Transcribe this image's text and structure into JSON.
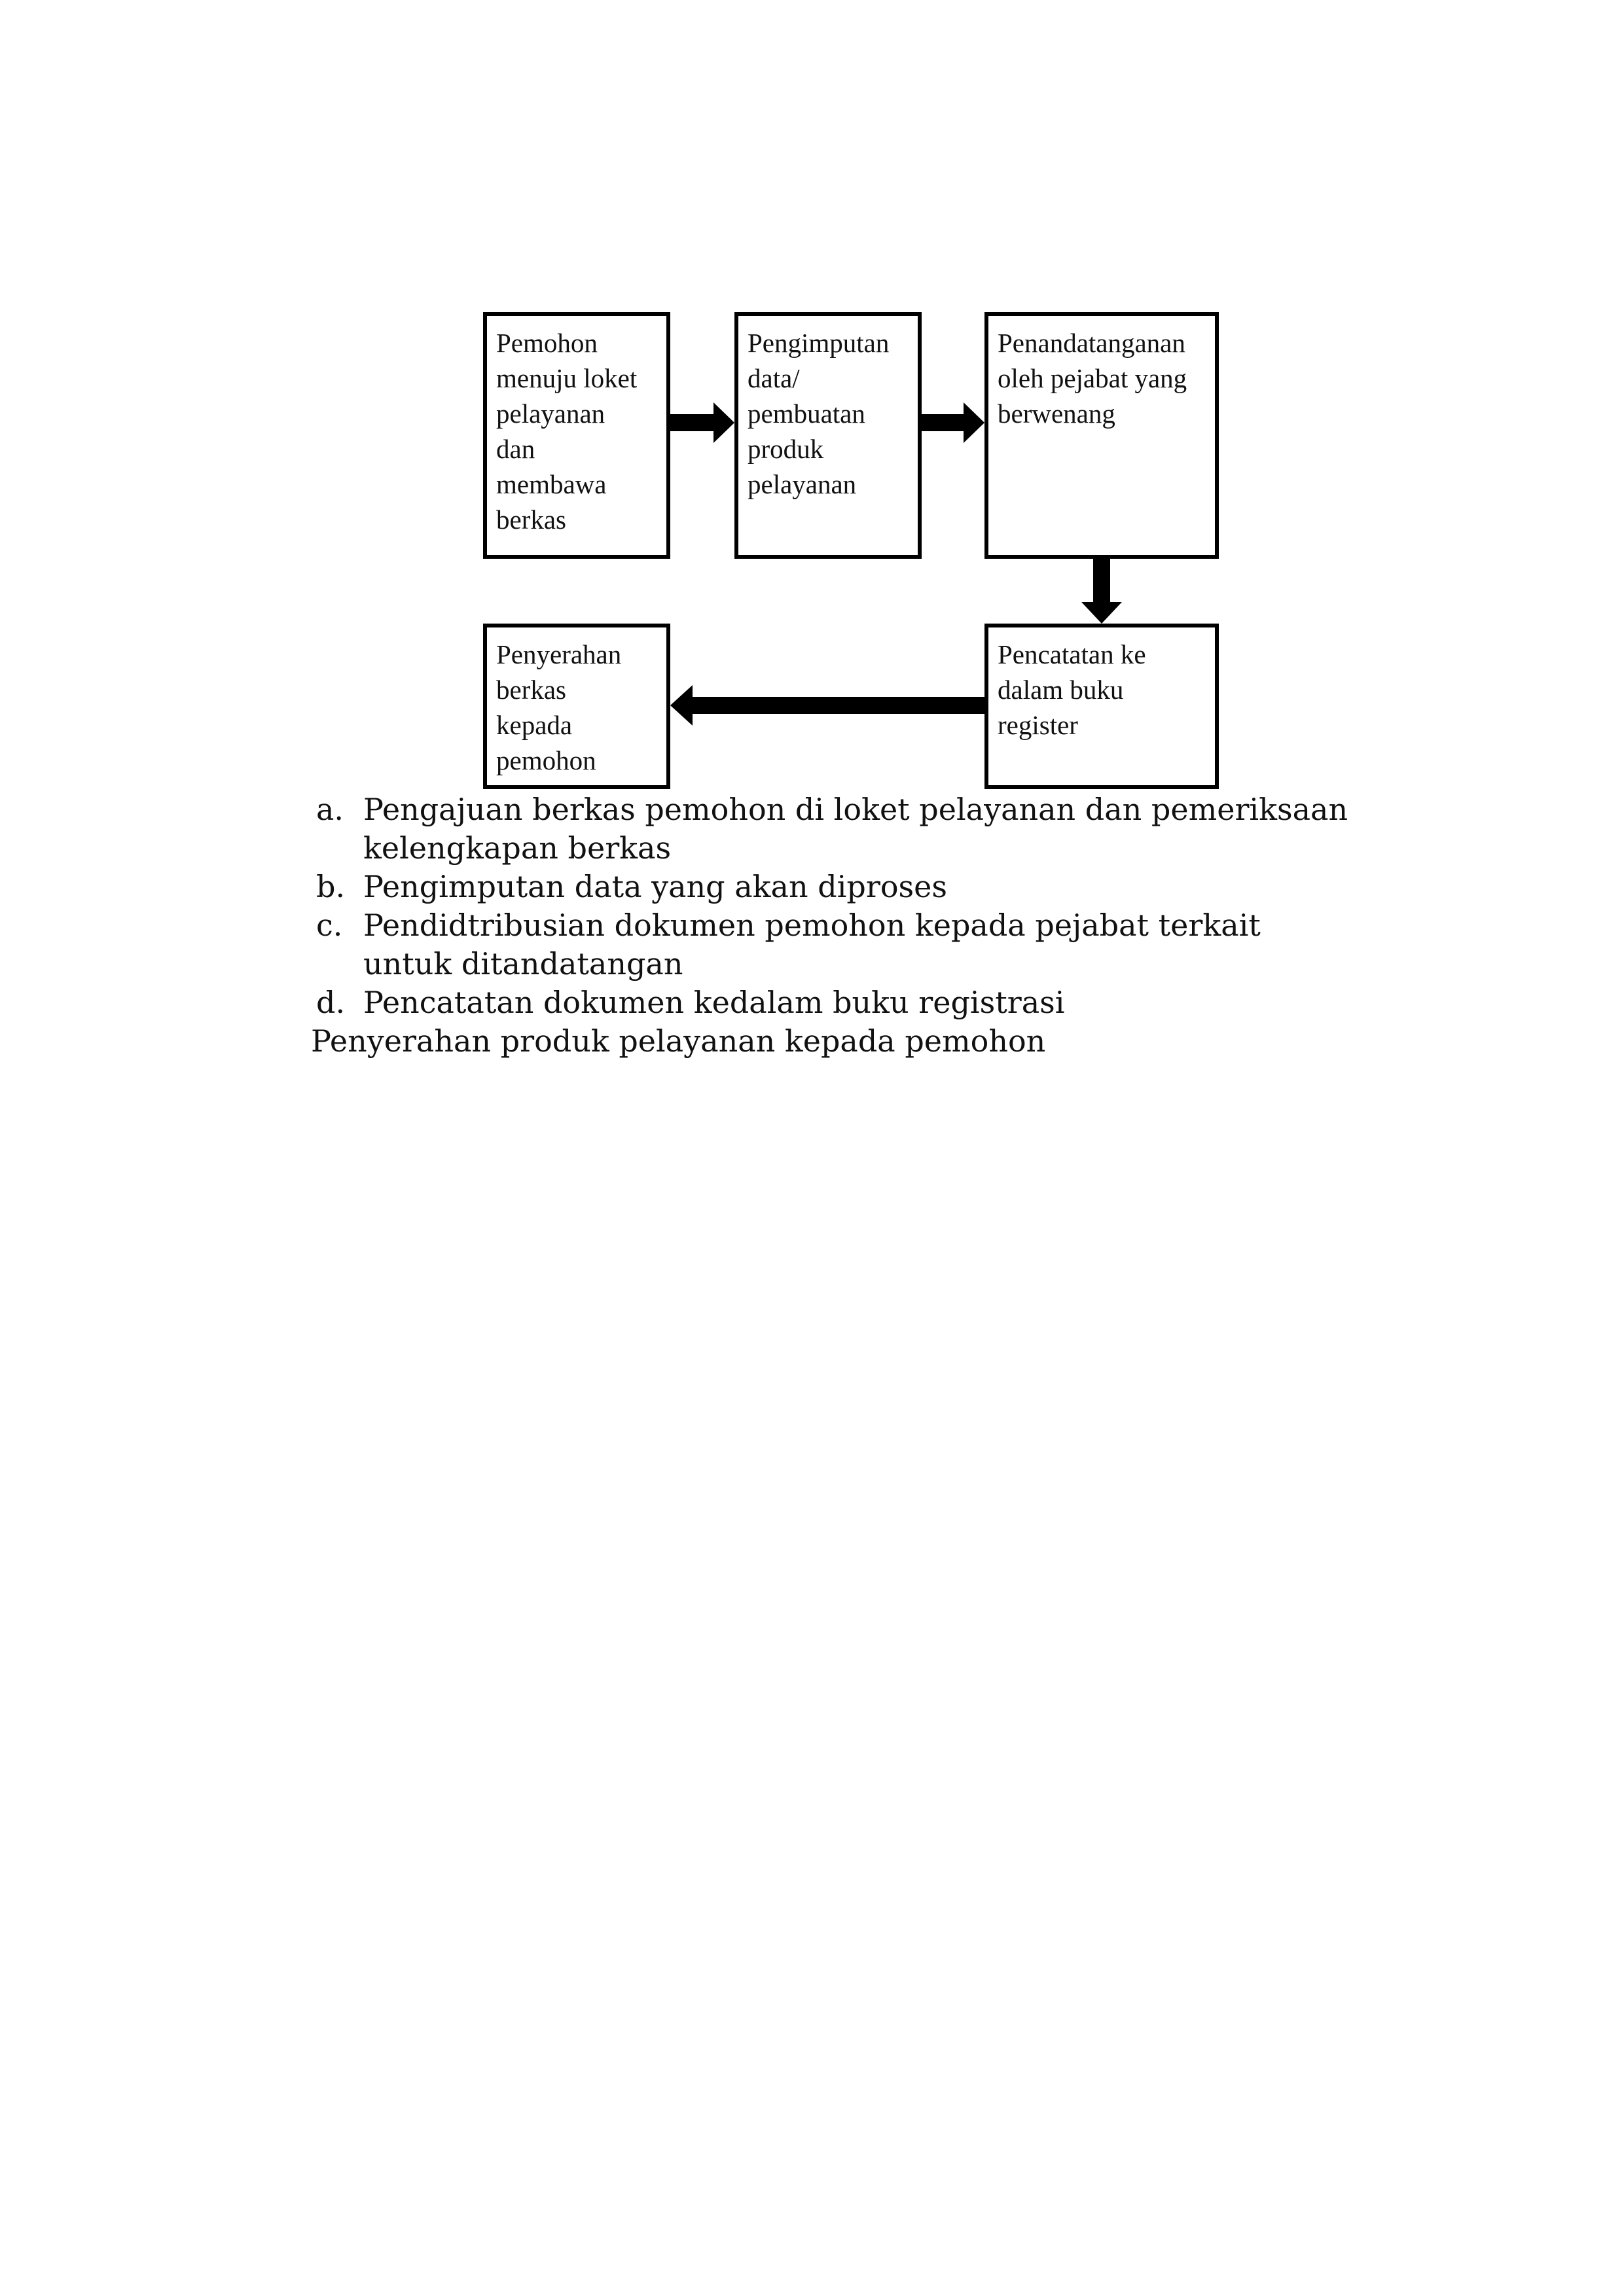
{
  "flowchart": {
    "boxes": [
      "Pemohon\nmenuju loket\npelayanan\ndan\nmembawa\nberkas",
      "Pengimputan\ndata/\npembuatan\nproduk\npelayanan",
      "Penandatanganan\noleh pejabat yang\nberwenang",
      "Pencatatan ke\ndalam buku\nregister",
      "Penyerahan\nberkas\nkepada\npemohon"
    ]
  },
  "steps": [
    {
      "marker": "a.",
      "text": "Pengajuan berkas pemohon di loket pelayanan dan pemeriksaan kelengkapan berkas"
    },
    {
      "marker": "b.",
      "text": "Pengimputan data yang akan diproses"
    },
    {
      "marker": "c.",
      "text": "Pendidtribusian dokumen pemohon kepada pejabat terkait untuk ditandatangan"
    },
    {
      "marker": "d.",
      "text": "Pencatatan dokumen kedalam buku registrasi"
    }
  ],
  "closing_line": "Penyerahan produk pelayanan kepada pemohon",
  "colors": {
    "ink": "#000000",
    "text": "#111111",
    "paper": "#ffffff"
  }
}
